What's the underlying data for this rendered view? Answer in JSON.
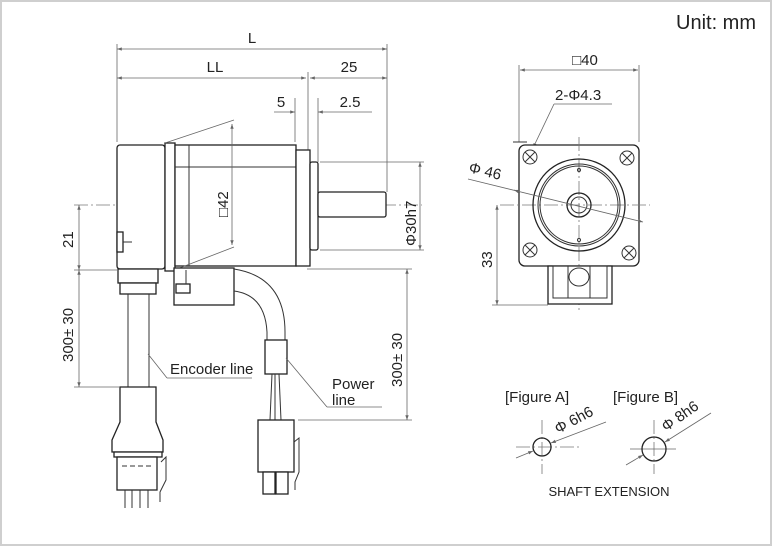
{
  "unit_label": "Unit: mm",
  "side_view": {
    "dim_L": "L",
    "dim_LL": "LL",
    "dim_25": "25",
    "dim_5": "5",
    "dim_2_5": "2.5",
    "dim_flange_square": "□42",
    "dim_spigot": "Φ30h7",
    "dim_21": "21",
    "dim_encoder_cable": "300± 30",
    "dim_power_cable": "300± 30",
    "encoder_line_label": "Encoder line",
    "power_line_label_1": "Power",
    "power_line_label_2": "line"
  },
  "front_view": {
    "dim_square": "□40",
    "dim_holes": "2-Φ4.3",
    "dim_pcd": "Φ 46",
    "dim_33": "33"
  },
  "shaft_extension": {
    "figure_a_label": "[Figure A]",
    "figure_a_dim": "Φ 6h6",
    "figure_b_label": "[Figure B]",
    "figure_b_dim": "Φ 8h6",
    "caption": "SHAFT EXTENSION"
  }
}
